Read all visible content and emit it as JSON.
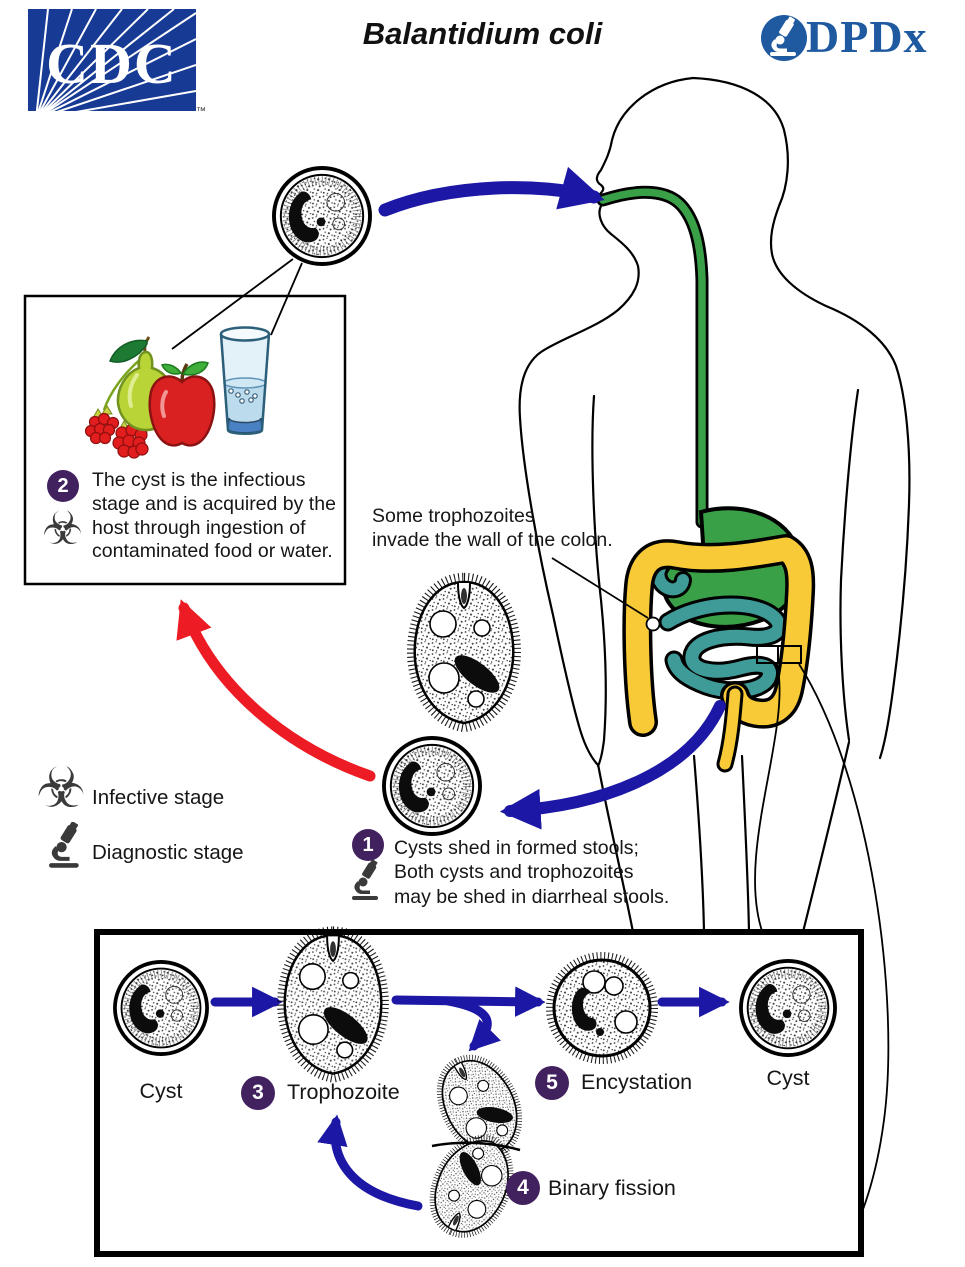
{
  "header": {
    "cdc": "CDC",
    "cdc_tm": "™",
    "title": "Balantidium coli",
    "dpdx": "DPDx"
  },
  "annotations": {
    "colon_note_line1": "Some trophozoites",
    "colon_note_line2": "invade the wall of the colon."
  },
  "steps": {
    "s1": {
      "number": "1",
      "lines": [
        "Cysts shed in formed stools;",
        "Both cysts and trophozoites",
        "may be shed in diarrheal stools."
      ]
    },
    "s2": {
      "number": "2",
      "lines": [
        "The cyst is the infectious",
        "stage and is acquired by the",
        "host through ingestion of",
        "contaminated food or water."
      ]
    },
    "s3": {
      "number": "3",
      "label": "Trophozoite"
    },
    "s4": {
      "number": "4",
      "label": "Binary fission"
    },
    "s5": {
      "number": "5",
      "label": "Encystation"
    }
  },
  "legend": {
    "infective": "Infective stage",
    "diagnostic": "Diagnostic stage"
  },
  "lifecycle_box": {
    "cyst_left": "Cyst",
    "cyst_right": "Cyst"
  },
  "icons": {
    "infective": "biohazard-icon",
    "diagnostic": "microscope-icon"
  },
  "colors": {
    "cdc_blue": "#173a94",
    "dpdx_blue": "#1f5aa0",
    "arrow_blue": "#1c17a5",
    "arrow_red": "#ed1c24",
    "badge_purple": "#42215f",
    "esophagus_green": "#3aa047",
    "colon_yellow": "#f8ca38",
    "small_intestine_teal": "#3f9b98",
    "icon_gray": "#3a3a3a"
  }
}
